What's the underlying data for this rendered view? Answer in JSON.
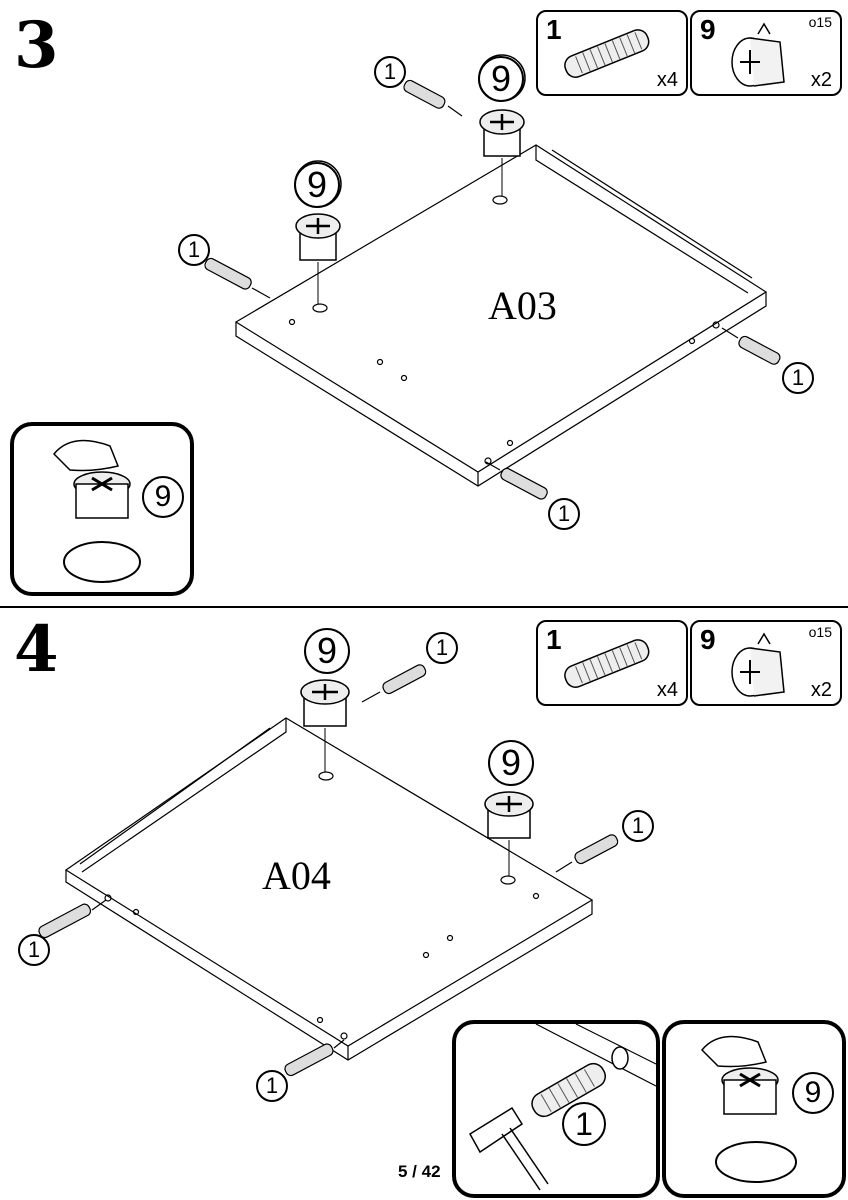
{
  "page": {
    "number": "5 / 42"
  },
  "steps": [
    {
      "number": "3",
      "panel_label": "A03",
      "parts": [
        {
          "id": "1",
          "qty": "x4",
          "icon": "dowel-icon"
        },
        {
          "id": "9",
          "qty": "x2",
          "code": "o15",
          "icon": "cam-lock-icon"
        }
      ],
      "callouts": {
        "dowel": "1",
        "cam": "9"
      }
    },
    {
      "number": "4",
      "panel_label": "A04",
      "parts": [
        {
          "id": "1",
          "qty": "x4",
          "icon": "dowel-icon"
        },
        {
          "id": "9",
          "qty": "x2",
          "code": "o15",
          "icon": "cam-lock-icon"
        }
      ],
      "callouts": {
        "dowel": "1",
        "cam": "9"
      }
    }
  ]
}
